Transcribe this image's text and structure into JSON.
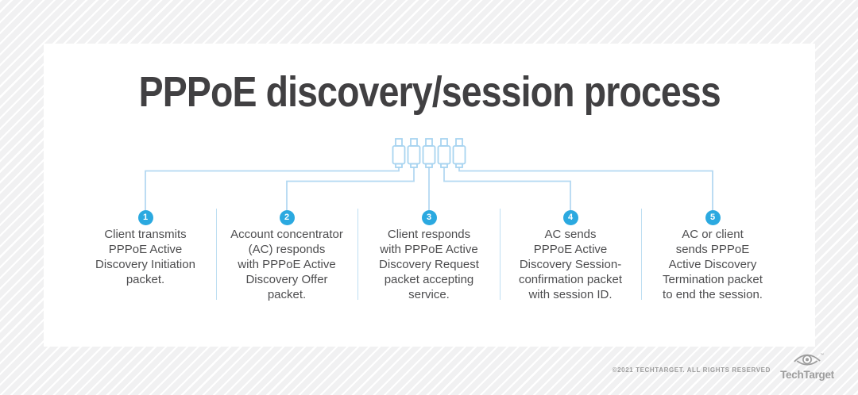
{
  "title": "PPPoE discovery/session process",
  "diagram": {
    "connector_count": 5,
    "connector_icon": "usb-cable-connector",
    "description_visible": "Five cable connectors linked by lines to five numbered steps"
  },
  "steps": [
    {
      "number": "1",
      "text": "Client transmits\nPPPoE Active\nDiscovery Initiation\npacket."
    },
    {
      "number": "2",
      "text": "Account concentrator\n(AC) responds\nwith PPPoE Active\nDiscovery Offer\npacket."
    },
    {
      "number": "3",
      "text": "Client responds\nwith PPPoE Active\nDiscovery Request\npacket accepting\nservice."
    },
    {
      "number": "4",
      "text": "AC sends\nPPPoE Active\nDiscovery Session-\nconfirmation packet\nwith session ID."
    },
    {
      "number": "5",
      "text": "AC or client\nsends PPPoE\nActive Discovery\nTermination packet\nto end the session."
    }
  ],
  "footer": {
    "copyright": "©2021 TECHTARGET. ALL RIGHTS RESERVED",
    "logo_text": "TechTarget",
    "logo_trademark": "™"
  },
  "colors": {
    "accent_blue": "#2ba9e0",
    "line_blue": "#b4d9f2",
    "icon_blue": "#a8d4f0",
    "divider_blue": "#bedef2",
    "title_color": "#414042",
    "text_color": "#4d4d4f",
    "footer_gray": "#9d9d9d",
    "card_bg": "#ffffff",
    "page_bg": "#f1f1f2",
    "stripe_color": "#ffffff"
  }
}
